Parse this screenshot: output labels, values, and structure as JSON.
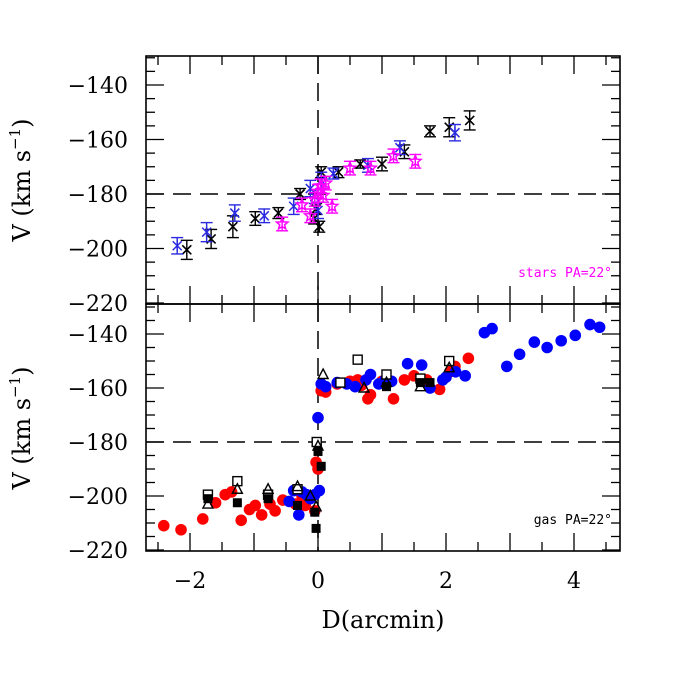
{
  "chart_data": [
    {
      "panel": "top",
      "type": "scatter",
      "xlabel": "D(arcmin)",
      "ylabel": "V (km s⁻¹)",
      "xlim": [
        -2.69,
        4.72
      ],
      "ylim": [
        -220,
        -129.4
      ],
      "yticks": [
        -140,
        -160,
        -180,
        -200,
        -220
      ],
      "ytick_labels": [
        "−140",
        "−160",
        "−180",
        "−200",
        "−220"
      ],
      "reference_lines": {
        "vertical_x": 0,
        "horizontal_y": -180,
        "style": "dashed"
      },
      "annotation": {
        "text": "stars PA=22°",
        "color": "#ff00ff",
        "position": "lower-right"
      },
      "series": [
        {
          "name": "stars-black",
          "marker": "x-errorbar",
          "color": "#000000",
          "points": [
            {
              "x": -2.05,
              "y": -200.5,
              "err": 3.5
            },
            {
              "x": -1.67,
              "y": -196.5,
              "err": 3.5
            },
            {
              "x": -1.33,
              "y": -192.0,
              "err": 4.0
            },
            {
              "x": -0.98,
              "y": -189.0,
              "err": 2.5
            },
            {
              "x": -0.62,
              "y": -187.0,
              "err": 2.0
            },
            {
              "x": -0.28,
              "y": -180.0,
              "err": 2.0
            },
            {
              "x": -0.03,
              "y": -185.5,
              "err": 2.0
            },
            {
              "x": 0.05,
              "y": -172.0,
              "err": 2.0
            },
            {
              "x": 0.02,
              "y": -192.0,
              "err": 2.0
            },
            {
              "x": -0.06,
              "y": -189.0,
              "err": 2.0
            },
            {
              "x": 0.32,
              "y": -172.0,
              "err": 2.0
            },
            {
              "x": 0.66,
              "y": -169.0,
              "err": 1.5
            },
            {
              "x": 1.0,
              "y": -169.0,
              "err": 2.5
            },
            {
              "x": 1.35,
              "y": -164.5,
              "err": 2.5
            },
            {
              "x": 1.75,
              "y": -157.0,
              "err": 2.0
            },
            {
              "x": 2.05,
              "y": -155.5,
              "err": 3.5
            },
            {
              "x": 2.37,
              "y": -153.0,
              "err": 3.5
            }
          ]
        },
        {
          "name": "stars-blue",
          "marker": "asterisk-errorbar",
          "color": "#2a2ae0",
          "points": [
            {
              "x": -2.2,
              "y": -199.0,
              "err": 3.0
            },
            {
              "x": -1.74,
              "y": -194.0,
              "err": 3.5
            },
            {
              "x": -1.3,
              "y": -187.0,
              "err": 3.0
            },
            {
              "x": -0.84,
              "y": -188.0,
              "err": 2.5
            },
            {
              "x": -0.38,
              "y": -184.5,
              "err": 3.0
            },
            {
              "x": -0.12,
              "y": -178.0,
              "err": 3.0
            },
            {
              "x": -0.05,
              "y": -181.0,
              "err": 2.5
            },
            {
              "x": 0.0,
              "y": -186.0,
              "err": 3.0
            },
            {
              "x": 0.05,
              "y": -175.0,
              "err": 3.0
            },
            {
              "x": 0.24,
              "y": -172.5,
              "err": 2.0
            },
            {
              "x": 0.78,
              "y": -169.5,
              "err": 2.5
            },
            {
              "x": 1.28,
              "y": -163.0,
              "err": 2.5
            },
            {
              "x": 2.14,
              "y": -157.5,
              "err": 3.0
            }
          ]
        },
        {
          "name": "stars-magenta",
          "marker": "star-errorbar",
          "color": "#ff00ff",
          "points": [
            {
              "x": -0.56,
              "y": -191.0,
              "err": 2.5
            },
            {
              "x": -0.25,
              "y": -184.0,
              "err": 2.5
            },
            {
              "x": -0.12,
              "y": -188.0,
              "err": 2.5
            },
            {
              "x": -0.05,
              "y": -182.0,
              "err": 2.5
            },
            {
              "x": 0.0,
              "y": -179.0,
              "err": 2.5
            },
            {
              "x": 0.04,
              "y": -177.0,
              "err": 2.5
            },
            {
              "x": 0.08,
              "y": -180.5,
              "err": 2.5
            },
            {
              "x": 0.12,
              "y": -176.0,
              "err": 2.5
            },
            {
              "x": 0.22,
              "y": -184.5,
              "err": 2.5
            },
            {
              "x": 0.5,
              "y": -170.5,
              "err": 2.5
            },
            {
              "x": 0.82,
              "y": -170.5,
              "err": 2.5
            },
            {
              "x": 1.18,
              "y": -166.0,
              "err": 2.5
            },
            {
              "x": 1.52,
              "y": -168.0,
              "err": 2.5
            }
          ]
        }
      ]
    },
    {
      "panel": "bottom",
      "type": "scatter",
      "xlabel": "D(arcmin)",
      "ylabel": "V (km s⁻¹)",
      "xlim": [
        -2.69,
        4.72
      ],
      "xticks": [
        -2,
        0,
        2,
        4
      ],
      "xtick_labels": [
        "−2",
        "0",
        "2",
        "4"
      ],
      "ylim": [
        -220,
        -129.4
      ],
      "yticks": [
        -140,
        -160,
        -180,
        -200,
        -220
      ],
      "ytick_labels": [
        "−140",
        "−160",
        "−180",
        "−200",
        "−220"
      ],
      "reference_lines": {
        "vertical_x": 0,
        "horizontal_y": -180,
        "style": "dashed"
      },
      "annotation": {
        "text": "gas PA=22°",
        "color": "#000000",
        "position": "lower-right"
      },
      "series": [
        {
          "name": "gas-red",
          "marker": "filled-circle",
          "color": "#ff0000",
          "points": [
            {
              "x": -2.41,
              "y": -211.0
            },
            {
              "x": -2.14,
              "y": -212.5
            },
            {
              "x": -1.8,
              "y": -208.5
            },
            {
              "x": -1.6,
              "y": -202.5
            },
            {
              "x": -1.45,
              "y": -199.5
            },
            {
              "x": -1.35,
              "y": -198.5
            },
            {
              "x": -1.2,
              "y": -209.0
            },
            {
              "x": -1.07,
              "y": -205.0
            },
            {
              "x": -0.98,
              "y": -203.5
            },
            {
              "x": -0.88,
              "y": -207.0
            },
            {
              "x": -0.75,
              "y": -203.0
            },
            {
              "x": -0.67,
              "y": -205.5
            },
            {
              "x": -0.55,
              "y": -201.5
            },
            {
              "x": -0.35,
              "y": -203.0
            },
            {
              "x": -0.25,
              "y": -200.0
            },
            {
              "x": -0.2,
              "y": -203.5
            },
            {
              "x": -0.05,
              "y": -205.5
            },
            {
              "x": -0.03,
              "y": -187.5
            },
            {
              "x": 0.0,
              "y": -190.0
            },
            {
              "x": 0.05,
              "y": -161.0
            },
            {
              "x": 0.12,
              "y": -161.5
            },
            {
              "x": 0.3,
              "y": -158.5
            },
            {
              "x": 0.5,
              "y": -157.5
            },
            {
              "x": 0.62,
              "y": -157.0
            },
            {
              "x": 0.68,
              "y": -159.0
            },
            {
              "x": 0.78,
              "y": -164.0
            },
            {
              "x": 0.82,
              "y": -162.5
            },
            {
              "x": 1.0,
              "y": -157.5
            },
            {
              "x": 1.18,
              "y": -164.0
            },
            {
              "x": 1.35,
              "y": -157.0
            },
            {
              "x": 1.5,
              "y": -155.5
            },
            {
              "x": 1.7,
              "y": -157.0
            },
            {
              "x": 1.9,
              "y": -160.5
            },
            {
              "x": 2.06,
              "y": -154.0
            },
            {
              "x": 2.14,
              "y": -152.0
            },
            {
              "x": 2.35,
              "y": -149.0
            }
          ]
        },
        {
          "name": "gas-blue",
          "marker": "filled-circle",
          "color": "#0000ff",
          "points": [
            {
              "x": -0.45,
              "y": -202.0
            },
            {
              "x": -0.38,
              "y": -198.0
            },
            {
              "x": -0.3,
              "y": -207.0
            },
            {
              "x": -0.25,
              "y": -198.5
            },
            {
              "x": -0.18,
              "y": -199.5
            },
            {
              "x": -0.12,
              "y": -201.0
            },
            {
              "x": -0.05,
              "y": -199.5
            },
            {
              "x": 0.02,
              "y": -198.0
            },
            {
              "x": 0.0,
              "y": -171.0
            },
            {
              "x": 0.05,
              "y": -158.5
            },
            {
              "x": 0.12,
              "y": -159.5
            },
            {
              "x": 0.3,
              "y": -158.0
            },
            {
              "x": 0.45,
              "y": -158.5
            },
            {
              "x": 0.58,
              "y": -159.5
            },
            {
              "x": 0.75,
              "y": -157.0
            },
            {
              "x": 0.82,
              "y": -155.0
            },
            {
              "x": 0.95,
              "y": -158.5
            },
            {
              "x": 1.05,
              "y": -157.0
            },
            {
              "x": 1.15,
              "y": -157.5
            },
            {
              "x": 1.4,
              "y": -151.0
            },
            {
              "x": 1.62,
              "y": -151.5
            },
            {
              "x": 1.75,
              "y": -160.0
            },
            {
              "x": 1.95,
              "y": -157.0
            },
            {
              "x": 2.0,
              "y": -156.0
            },
            {
              "x": 2.15,
              "y": -154.0
            },
            {
              "x": 2.3,
              "y": -155.5
            },
            {
              "x": 2.6,
              "y": -139.5
            },
            {
              "x": 2.72,
              "y": -138.0
            },
            {
              "x": 2.95,
              "y": -152.0
            },
            {
              "x": 3.15,
              "y": -147.5
            },
            {
              "x": 3.38,
              "y": -143.0
            },
            {
              "x": 3.58,
              "y": -145.0
            },
            {
              "x": 3.8,
              "y": -142.5
            },
            {
              "x": 4.02,
              "y": -140.5
            },
            {
              "x": 4.25,
              "y": -136.5
            },
            {
              "x": 4.4,
              "y": -137.5
            }
          ]
        },
        {
          "name": "gas-open-square",
          "marker": "open-square",
          "color": "#000000",
          "points": [
            {
              "x": -1.72,
              "y": -199.5
            },
            {
              "x": -1.26,
              "y": -194.5
            },
            {
              "x": -0.78,
              "y": -199.5
            },
            {
              "x": -0.32,
              "y": -197.5
            },
            {
              "x": -0.02,
              "y": -180.0
            },
            {
              "x": 0.35,
              "y": -158.0
            },
            {
              "x": 1.07,
              "y": -155.0
            },
            {
              "x": 0.62,
              "y": -149.5
            },
            {
              "x": 1.6,
              "y": -156.5
            },
            {
              "x": 2.05,
              "y": -150.0
            }
          ]
        },
        {
          "name": "gas-open-triangle",
          "marker": "open-triangle",
          "color": "#000000",
          "points": [
            {
              "x": -1.72,
              "y": -203.0
            },
            {
              "x": -1.26,
              "y": -197.5
            },
            {
              "x": -0.78,
              "y": -197.5
            },
            {
              "x": -0.32,
              "y": -196.5
            },
            {
              "x": -0.12,
              "y": -200.0
            },
            {
              "x": -0.03,
              "y": -204.0
            },
            {
              "x": 0.0,
              "y": -181.5
            },
            {
              "x": 0.08,
              "y": -155.0
            },
            {
              "x": 0.72,
              "y": -160.0
            },
            {
              "x": 1.07,
              "y": -158.0
            },
            {
              "x": 1.6,
              "y": -159.5
            },
            {
              "x": 2.05,
              "y": -152.5
            }
          ]
        },
        {
          "name": "gas-filled-square",
          "marker": "filled-square",
          "color": "#000000",
          "points": [
            {
              "x": -1.72,
              "y": -201.0
            },
            {
              "x": -1.26,
              "y": -202.5
            },
            {
              "x": -0.78,
              "y": -201.0
            },
            {
              "x": -0.32,
              "y": -203.5
            },
            {
              "x": -0.05,
              "y": -206.0
            },
            {
              "x": -0.03,
              "y": -212.0
            },
            {
              "x": 0.0,
              "y": -183.5
            },
            {
              "x": 0.05,
              "y": -189.0
            },
            {
              "x": 1.07,
              "y": -159.5
            },
            {
              "x": 1.6,
              "y": -158.0
            },
            {
              "x": 1.75,
              "y": -158.0
            }
          ]
        }
      ]
    }
  ],
  "axes": {
    "xlabel": "D(arcmin)",
    "ylabel_text": "V (km s",
    "ylabel_sup": "−1",
    "ylabel_close": ")"
  }
}
